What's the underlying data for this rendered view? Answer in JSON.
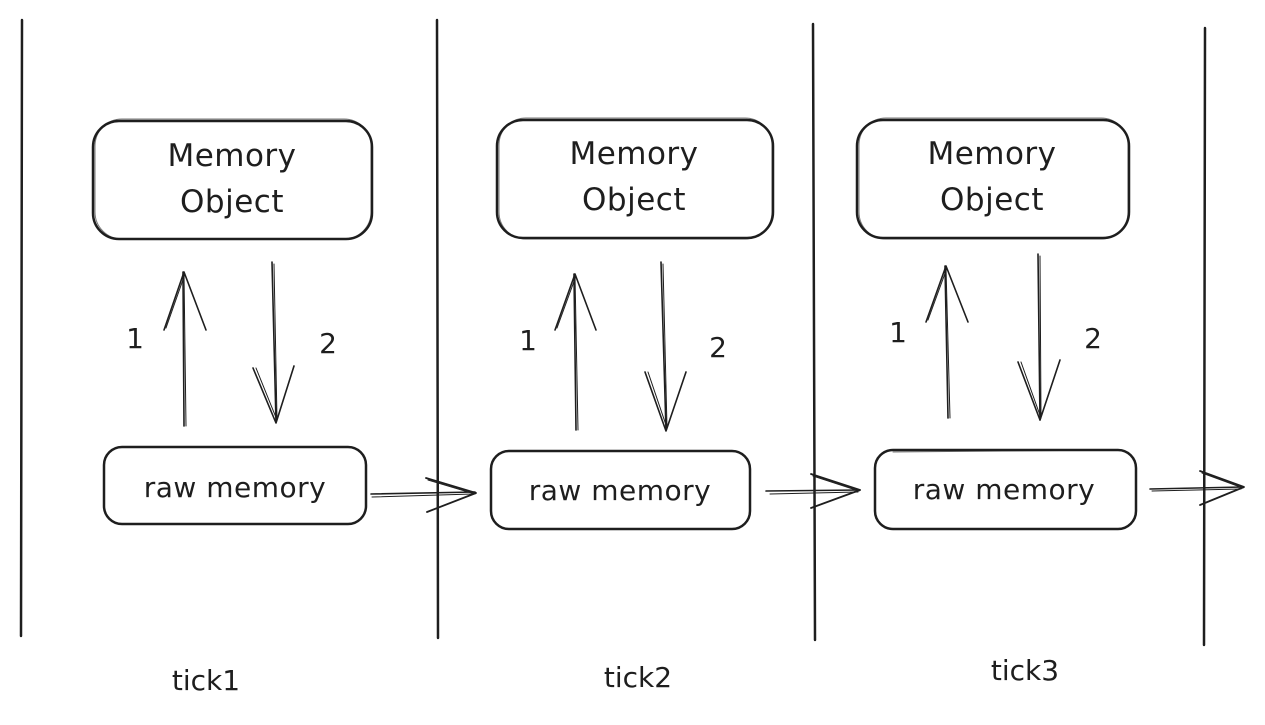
{
  "diagram": {
    "columns": [
      {
        "tick_label": "tick1",
        "memory_object": {
          "line1": "Memory",
          "line2": "Object"
        },
        "raw_memory": "raw memory",
        "arrow_up_label": "1",
        "arrow_down_label": "2"
      },
      {
        "tick_label": "tick2",
        "memory_object": {
          "line1": "Memory",
          "line2": "Object"
        },
        "raw_memory": "raw memory",
        "arrow_up_label": "1",
        "arrow_down_label": "2"
      },
      {
        "tick_label": "tick3",
        "memory_object": {
          "line1": "Memory",
          "line2": "Object"
        },
        "raw_memory": "raw memory",
        "arrow_up_label": "1",
        "arrow_down_label": "2"
      }
    ],
    "stroke_color": "#1e1e1e",
    "background": "#ffffff"
  }
}
